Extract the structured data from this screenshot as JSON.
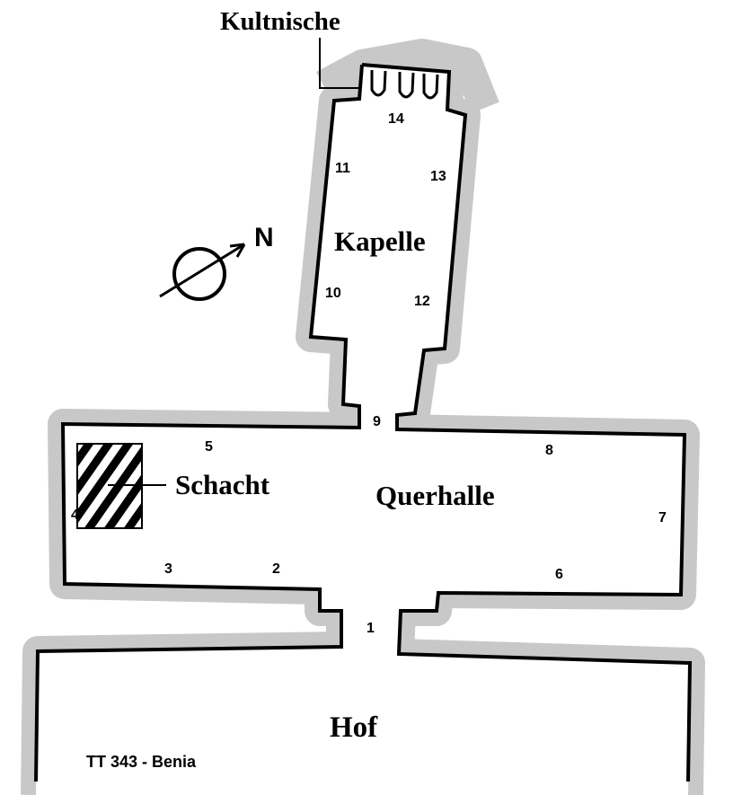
{
  "title": "TT 343 - Benia",
  "rooms": {
    "niche": "Kultnische",
    "chapel": "Kapelle",
    "hall": "Querhalle",
    "shaft": "Schacht",
    "court": "Hof"
  },
  "north_label": "N",
  "wall_numbers": [
    "1",
    "2",
    "3",
    "4",
    "5",
    "6",
    "7",
    "8",
    "9",
    "10",
    "11",
    "12",
    "13",
    "14"
  ],
  "colors": {
    "wall": "#000000",
    "rock": "#c8c8c8",
    "floor": "#ffffff"
  }
}
